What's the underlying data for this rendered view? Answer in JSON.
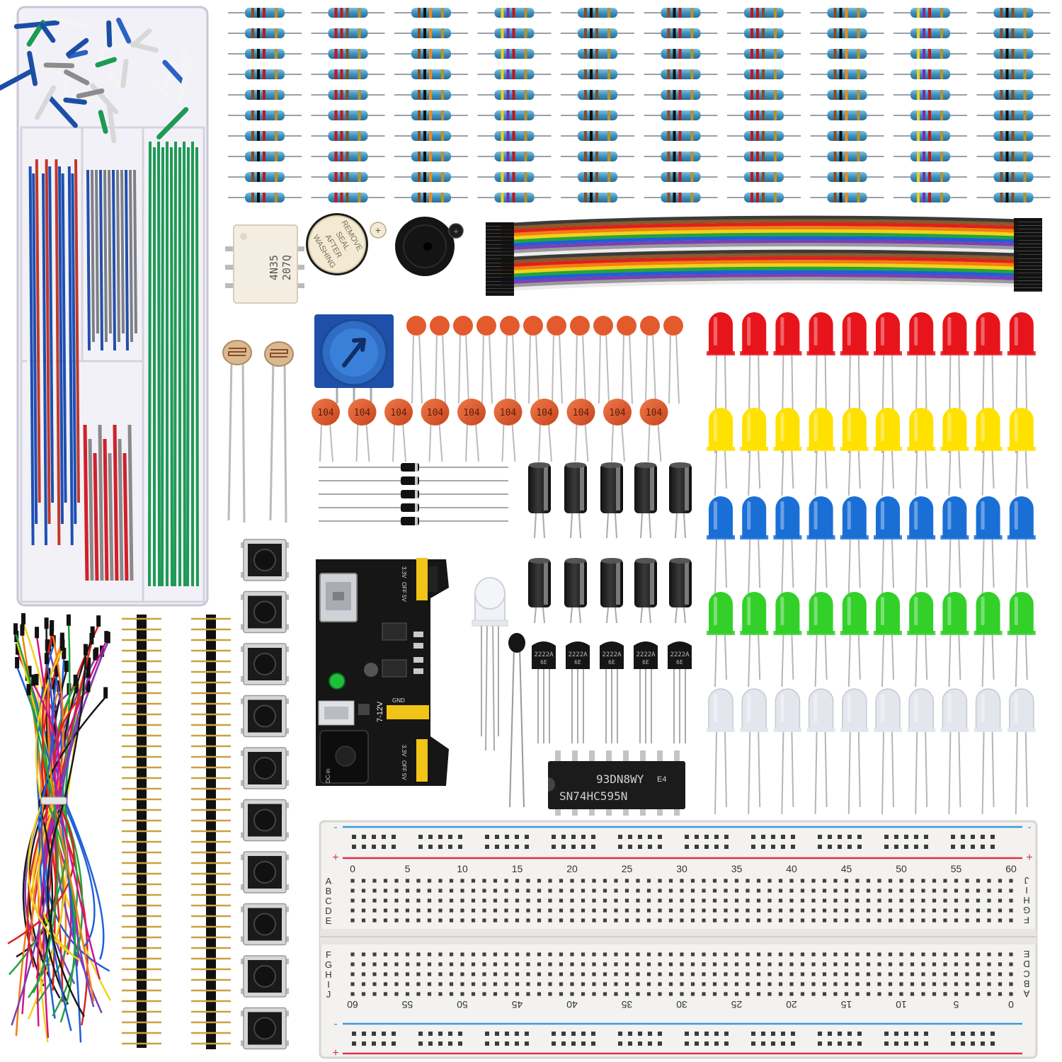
{
  "optocoupler": {
    "line1": "4N35",
    "line2": "207Q"
  },
  "buzzer": {
    "sticker_lines": [
      "REMOVE",
      "SEAL",
      "AFTER",
      "WASHING"
    ]
  },
  "capacitor_large": {
    "label": "104"
  },
  "power_module": {
    "rail_top": [
      "3.3V",
      "OFF",
      "5V"
    ],
    "rail_bottom": [
      "3.3V",
      "OFF",
      "5V"
    ],
    "gnd": "GND",
    "voltage": "7-12V",
    "dc_label": "DC-in"
  },
  "transistor": {
    "line1": "2222A",
    "line2": "6E"
  },
  "shift_register": {
    "line1": "93DN8WY",
    "logo": "E4",
    "line2": "SN74HC595N"
  },
  "breadboard": {
    "top_numbers": [
      "0",
      "5",
      "10",
      "15",
      "20",
      "25",
      "30",
      "35",
      "40",
      "45",
      "50",
      "55",
      "60"
    ],
    "bottom_numbers": [
      "60",
      "55",
      "50",
      "45",
      "40",
      "35",
      "30",
      "25",
      "20",
      "15",
      "10",
      "5",
      "0"
    ],
    "rows_left_top": [
      "A",
      "B",
      "C",
      "D",
      "E"
    ],
    "rows_right_top": [
      "J",
      "I",
      "H",
      "G",
      "F"
    ],
    "rows_left_bottom": [
      "F",
      "G",
      "H",
      "I",
      "J"
    ],
    "rows_right_bottom": [
      "E",
      "D",
      "C",
      "B",
      "A"
    ],
    "plus": "+",
    "minus": "-"
  },
  "colors": {
    "led_red": "#e8141b",
    "led_yellow": "#ffe100",
    "led_blue": "#1a6fd6",
    "led_green": "#33d02a",
    "led_clear": "#e4e6ee",
    "resistor_body": "#4a9bc4",
    "capacitor": "#e35a2c",
    "rail_red": "#e0304a",
    "rail_blue": "#3a9ad9"
  }
}
